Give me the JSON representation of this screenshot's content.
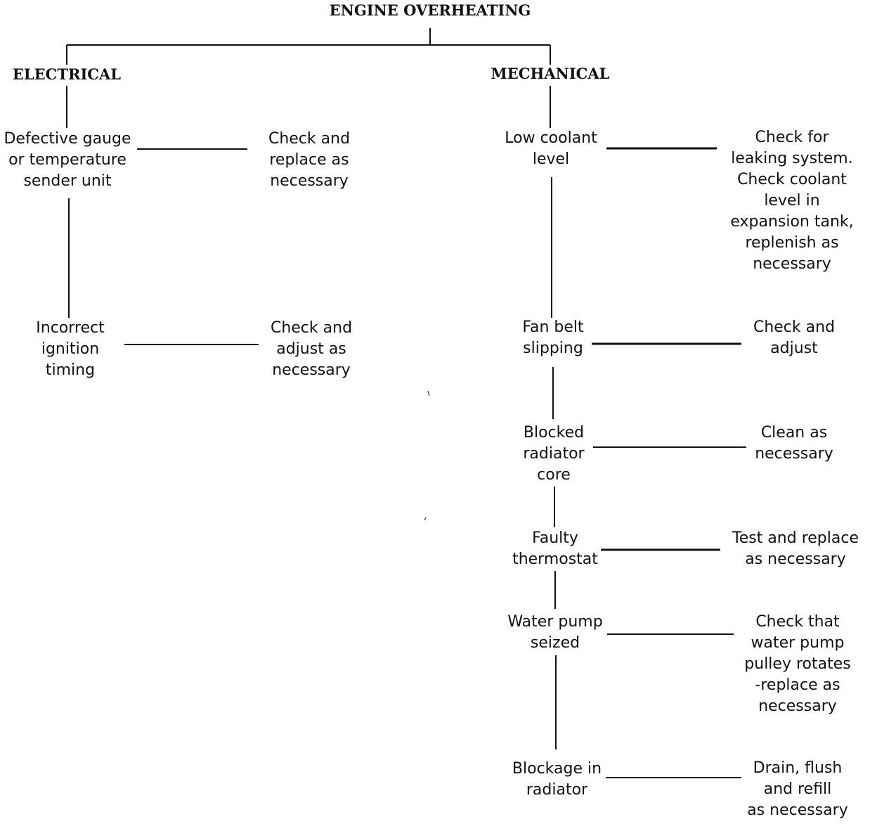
{
  "title": "ENGINE OVERHEATING",
  "branches": {
    "electrical": {
      "label": "ELECTRICAL",
      "items": [
        {
          "cause": "Defective gauge\nor temperature\nsender unit",
          "remedy": "Check and\nreplace as\nnecessary"
        },
        {
          "cause": "Incorrect\nignition\ntiming",
          "remedy": "Check and\nadjust as\nnecessary"
        }
      ]
    },
    "mechanical": {
      "label": "MECHANICAL",
      "items": [
        {
          "cause": "Low coolant\nlevel",
          "remedy": "Check for\nleaking system.\nCheck coolant\nlevel in\nexpansion tank,\nreplenish as\nnecessary"
        },
        {
          "cause": "Fan belt\nslipping",
          "remedy": "Check and\nadjust"
        },
        {
          "cause": "Blocked\nradiator\ncore",
          "remedy": "Clean as\nnecessary"
        },
        {
          "cause": "Faulty\nthermostat",
          "remedy": "Test and replace\nas necessary"
        },
        {
          "cause": "Water pump\nseized",
          "remedy": "Check that\nwater pump\npulley rotates\n-replace as\nnecessary"
        },
        {
          "cause": "Blockage in\nradiator",
          "remedy": "Drain, flush\nand refill\nas necessary"
        }
      ]
    }
  },
  "colors": {
    "ink": "#111111",
    "background": "#ffffff"
  }
}
